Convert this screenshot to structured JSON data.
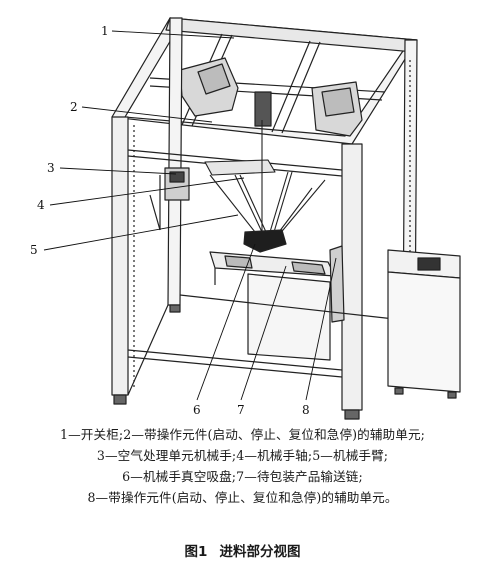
{
  "figure": {
    "callouts": [
      "1",
      "2",
      "3",
      "4",
      "5",
      "6",
      "7",
      "8"
    ]
  },
  "legend": {
    "lines": [
      "1—开关柜;2—带操作元件(启动、停止、复位和急停)的辅助单元;",
      "3—空气处理单元机械手;4—机械手轴;5—机械手臂;",
      "6—机械手真空吸盘;7—待包装产品输送链;",
      "8—带操作元件(启动、停止、复位和急停)的辅助单元。"
    ]
  },
  "caption": {
    "number": "图1",
    "title": "进料部分视图"
  }
}
